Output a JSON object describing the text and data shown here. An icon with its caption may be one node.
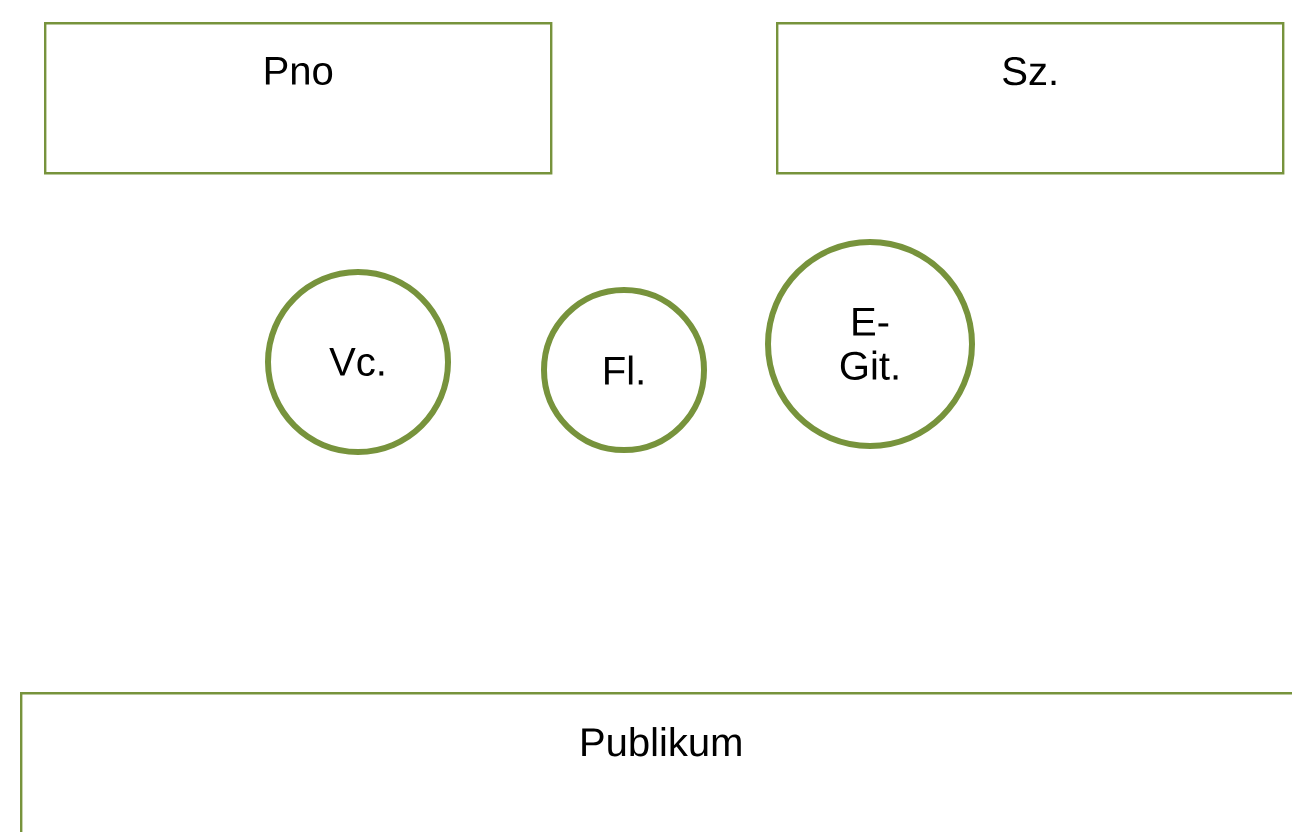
{
  "diagram": {
    "nodes": [
      {
        "text": [
          "Pno"
        ]
      },
      {
        "text": [
          "Sz."
        ]
      },
      {
        "text": [
          "Vc."
        ]
      },
      {
        "text": [
          "Fl."
        ]
      },
      {
        "text": [
          "E-Git."
        ]
      },
      {
        "text": [
          "Publikum"
        ]
      }
    ]
  }
}
